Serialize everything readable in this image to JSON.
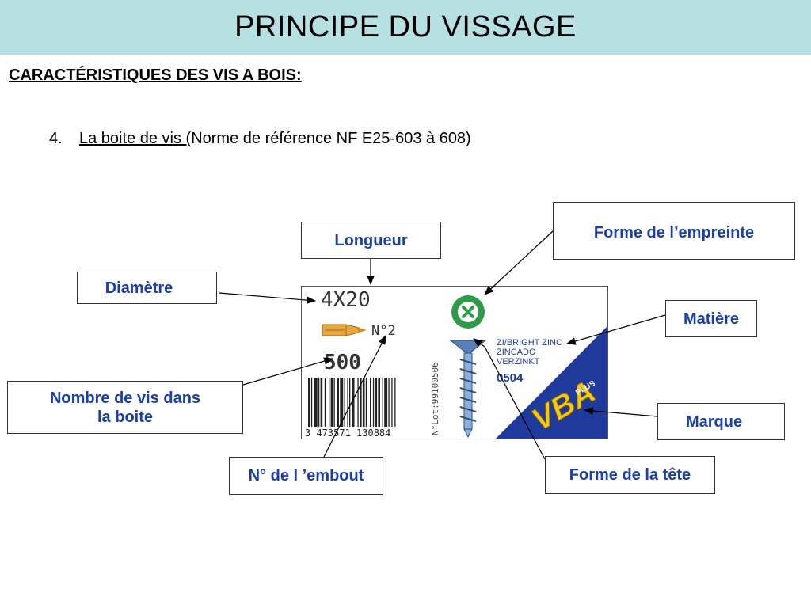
{
  "title": "PRINCIPE DU VISSAGE",
  "subtitle": "CARACTÉRISTIQUES DES VIS A BOIS:",
  "item": {
    "number": "4.",
    "underlined": "La boite de vis (",
    "rest": "Norme de référence NF E25-603 à 608)"
  },
  "callouts": {
    "longueur": "Longueur",
    "empreinte": "Forme de l’empreinte",
    "diametre": "Diamètre",
    "matiere": "Matière",
    "nombre_line1": "Nombre de vis dans",
    "nombre_line2": "la boite",
    "marque": "Marque",
    "embout": "N° de l ’embout",
    "tete": "Forme de la tête"
  },
  "label": {
    "size": "4X20",
    "bit": "N°2",
    "count": "500",
    "lot": "N°Lot:99100506",
    "barcode_number": "3 473571 130884",
    "material_lines": [
      "ZI/BRIGHT ZINC",
      "ZINCADO",
      "VERZINKT"
    ],
    "ref": "0504",
    "brand": "VBA",
    "brand_plus": "PLUS"
  },
  "colors": {
    "title_band": "#b7e0e3",
    "callout_text": "#1a3fa8",
    "brand_blue": "#1f3a9a",
    "brand_yellow": "#f2c81a",
    "bit_orange": "#e8a640",
    "recess_green": "#2e9b4a"
  }
}
